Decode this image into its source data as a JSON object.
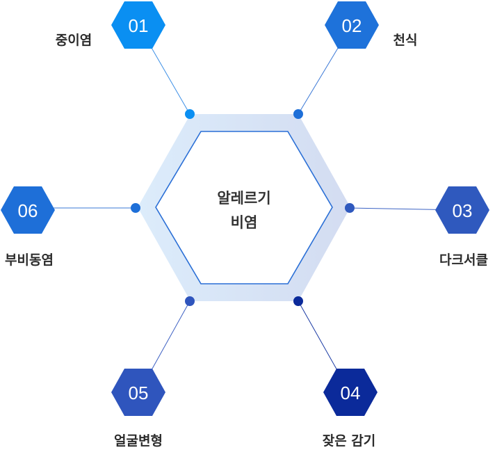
{
  "center": {
    "line1": "알레르기",
    "line2": "비염"
  },
  "items": [
    {
      "number": "01",
      "label": "중이염",
      "color": "#0a8ff2"
    },
    {
      "number": "02",
      "label": "천식",
      "color": "#1e72da"
    },
    {
      "number": "03",
      "label": "다크서클",
      "color": "#2f59be"
    },
    {
      "number": "04",
      "label": "잦은 감기",
      "color": "#0b2a9a"
    },
    {
      "number": "05",
      "label": "얼굴변형",
      "color": "#2f55bd"
    },
    {
      "number": "06",
      "label": "부비동염",
      "color": "#1e6fd8"
    }
  ],
  "colors": {
    "ring_light": "#dcecfb",
    "ring_right": "#d5dcf0",
    "inner_stroke": "#2a6fd6",
    "connector": "#4a7fd0"
  }
}
